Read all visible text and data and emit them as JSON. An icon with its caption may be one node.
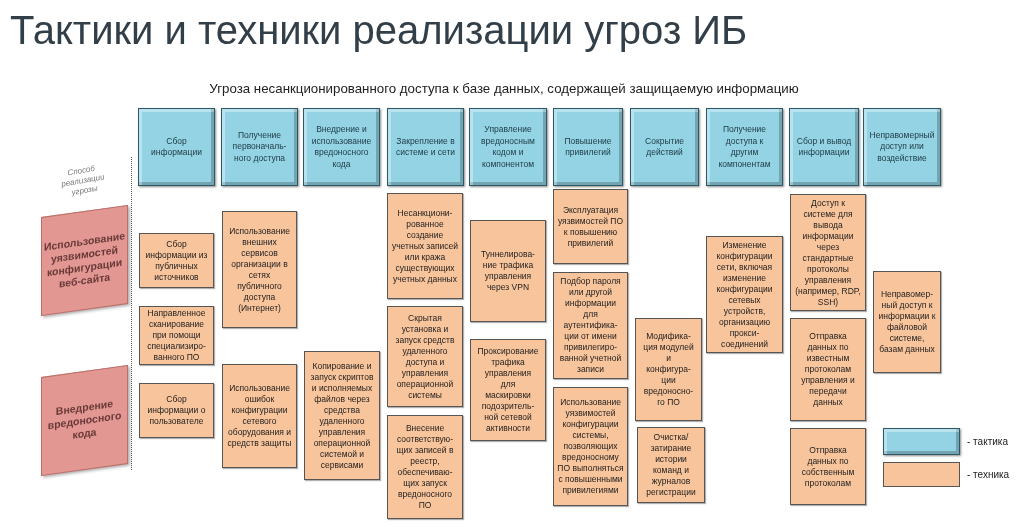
{
  "diagram": {
    "title": "Тактики и техники реализации угроз ИБ",
    "nodes": [
      {
        "text": [
          "Сбор информации"
        ]
      },
      {
        "text": [
          "Получение первоначаль-ного доступа"
        ]
      },
      {
        "text": [
          "Внедрение и использование вредоносного кода"
        ]
      },
      {
        "text": [
          "Закрепление в системе и сети"
        ]
      },
      {
        "text": [
          "Управление вредоносным кодом и компонентом"
        ]
      },
      {
        "text": [
          "Повышение привилегий"
        ]
      },
      {
        "text": [
          "Сокрытие действий"
        ]
      },
      {
        "text": [
          "Получение доступа к другим компонентам"
        ]
      },
      {
        "text": [
          "Сбор и вывод информации"
        ]
      },
      {
        "text": [
          "Неправомерный доступ или воздействие"
        ]
      },
      {
        "text": [
          "Использование уязвимостей конфигурации веб-сайта"
        ]
      },
      {
        "text": [
          "Внедрение вредоносного кода"
        ]
      },
      {
        "text": [
          "Сбор информации из публичных источников"
        ]
      },
      {
        "text": [
          "Направленное сканирование при помощи специализиро-ванного ПО"
        ]
      },
      {
        "text": [
          "Сбор информации о пользователе"
        ]
      },
      {
        "text": [
          "Использование внешних сервисов организации в сетях публичного доступа (Интернет)"
        ]
      },
      {
        "text": [
          "Использование ошибок конфигурации сетевого оборудования и средств защиты"
        ]
      },
      {
        "text": [
          "Копирование и запуск скриптов и исполняемых файлов через средства удаленного управления операционной системой и сервисами"
        ]
      },
      {
        "text": [
          "Несанкциони-рованное создание учетных записей или кража существующих учетных данных"
        ]
      },
      {
        "text": [
          "Скрытая установка и запуск средств удаленного доступа и управления операционной системы"
        ]
      },
      {
        "text": [
          "Внесение соответствую-щих записей в реестр, обеспечиваю-щих запуск вредоносного ПО"
        ]
      },
      {
        "text": [
          "Туннелирова-ние трафика управления через VPN"
        ]
      },
      {
        "text": [
          "Проксирование трафика управления для маскировки подозритель-ной сетевой активности"
        ]
      },
      {
        "text": [
          "Эксплуатация уязвимостей ПО к повышению привилегий"
        ]
      },
      {
        "text": [
          "Подбор пароля или другой информации для аутентифика-ции от имени привилегиро-ванной учетной записи"
        ]
      },
      {
        "text": [
          "Использование уязвимостей конфигурации системы, позволяющих вредоносному ПО выполняться с повышенными привилегиями"
        ]
      },
      {
        "text": [
          "Модифика-ция модулей и конфигура-ции вредоносно-го ПО"
        ]
      },
      {
        "text": [
          "Очистка/ затирание истории команд и журналов регистрации"
        ]
      },
      {
        "text": [
          "Изменение конфигурации сети, включая изменение конфигурации сетевых устройств, организацию прокси-соединений"
        ]
      },
      {
        "text": [
          "Доступ к системе для вывода информации через стандартные протоколы управления (например, RDP, SSH)"
        ]
      },
      {
        "text": [
          "Отправка данных по известным протоколам управления и передачи данных"
        ]
      },
      {
        "text": [
          "Отправка данных по собственным протоколам"
        ]
      },
      {
        "text": [
          "Неправомер-ный доступ к информации к файловой системе, базам данных"
        ]
      }
    ],
    "labels": [
      "Угроза несанкционированного доступа к базе данных, содержащей защищаемую информацию",
      "Способ реализации угрозы"
    ],
    "legend": [
      {
        "text": "- тактика",
        "color": "#93d3e3"
      },
      {
        "text": "- техника",
        "color": "#f8c49b"
      }
    ]
  }
}
